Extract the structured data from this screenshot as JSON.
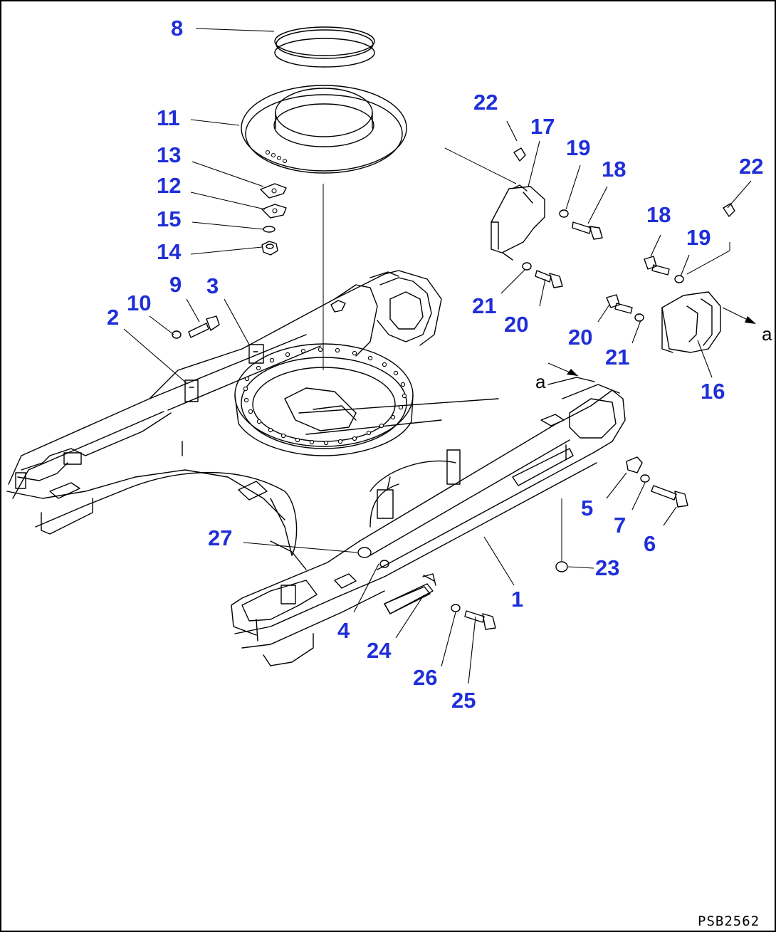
{
  "drawing_code": "PSB2562",
  "view_marker": "a",
  "callouts": [
    {
      "label": "8"
    },
    {
      "label": "11"
    },
    {
      "label": "13"
    },
    {
      "label": "12"
    },
    {
      "label": "15"
    },
    {
      "label": "14"
    },
    {
      "label": "9"
    },
    {
      "label": "3"
    },
    {
      "label": "10"
    },
    {
      "label": "2"
    },
    {
      "label": "22"
    },
    {
      "label": "17"
    },
    {
      "label": "19"
    },
    {
      "label": "18"
    },
    {
      "label": "21"
    },
    {
      "label": "20"
    },
    {
      "label": "22"
    },
    {
      "label": "18"
    },
    {
      "label": "19"
    },
    {
      "label": "20"
    },
    {
      "label": "21"
    },
    {
      "label": "16"
    },
    {
      "label": "5"
    },
    {
      "label": "7"
    },
    {
      "label": "6"
    },
    {
      "label": "27"
    },
    {
      "label": "23"
    },
    {
      "label": "1"
    },
    {
      "label": "4"
    },
    {
      "label": "24"
    },
    {
      "label": "26"
    },
    {
      "label": "25"
    }
  ]
}
